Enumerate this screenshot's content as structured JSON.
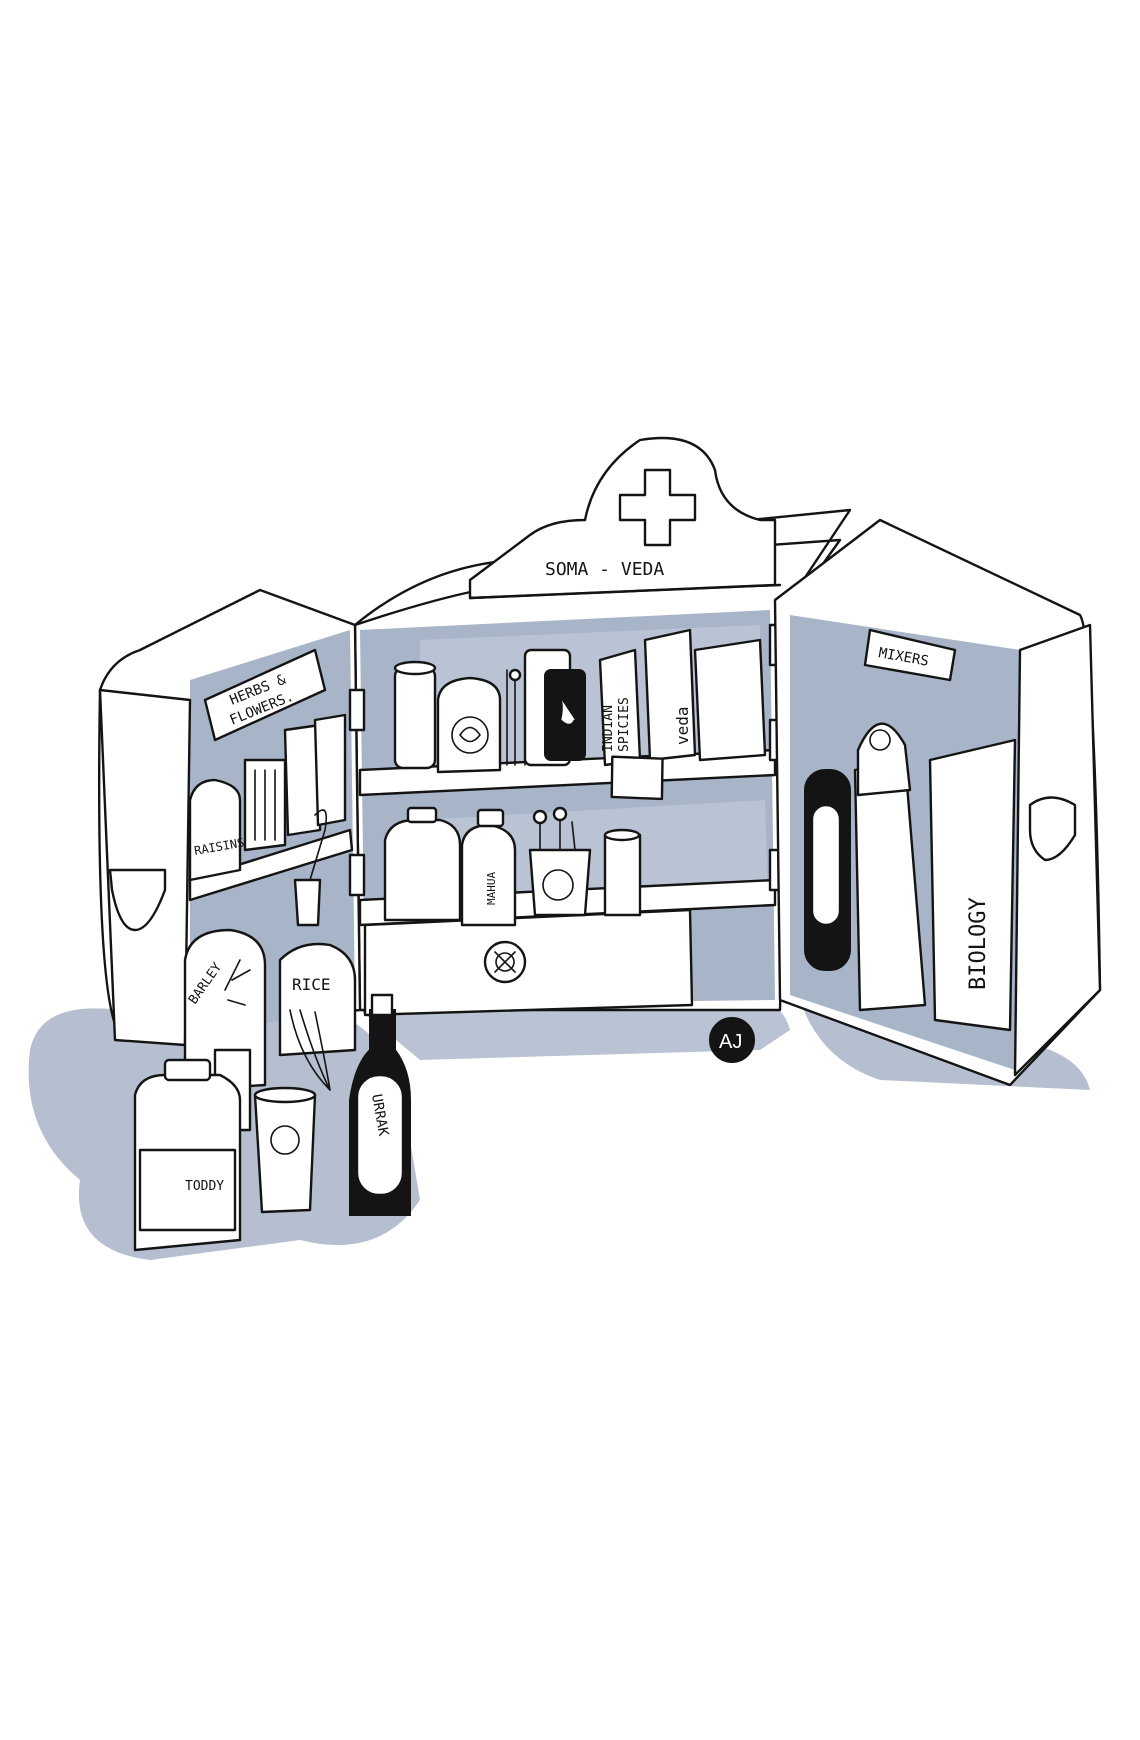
{
  "labels": {
    "sign": "SOMA - VEDA",
    "herbs_line1": "HERBS &",
    "herbs_line2": "FLOWERS.",
    "mixers": "MIXERS",
    "raisins": "RAISINS",
    "indian_spices_line1": "INDIAN",
    "indian_spices_line2": "SPICIES",
    "veda": "veda",
    "mahua": "MAHUA",
    "barley": "BARLEY",
    "rice": "RICE",
    "toddy": "TODDY",
    "urrak": "URRAK",
    "biology": "BIOLOGY",
    "signature": "AJ"
  },
  "colors": {
    "ink": "#141414",
    "wash": "#a8b4c8",
    "wash_dark": "#8a98b0",
    "paper": "#ffffff"
  }
}
